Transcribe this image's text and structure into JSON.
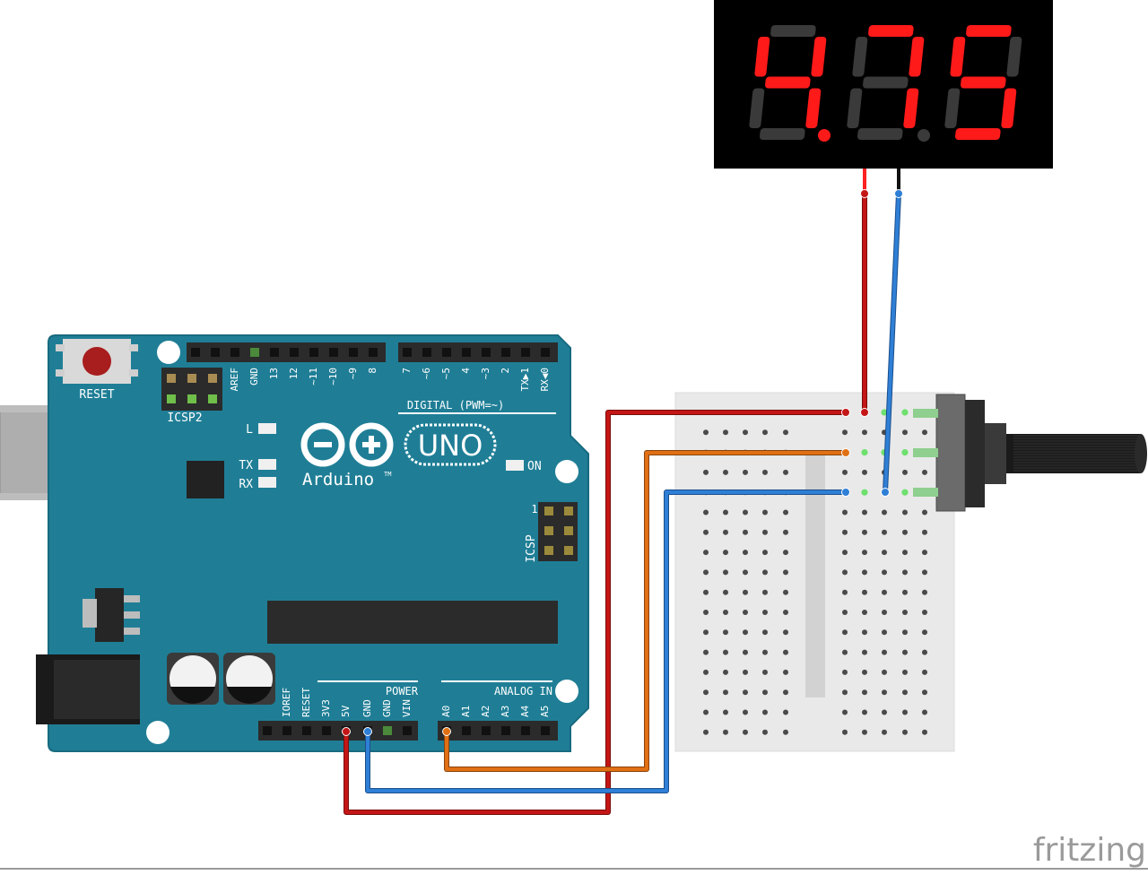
{
  "display": {
    "digits": [
      "4",
      "7",
      "5"
    ],
    "colors": {
      "lit": "#ff1a1a",
      "dim": "#3a3a3a",
      "body": "#000000"
    }
  },
  "arduino": {
    "reset_label": "RESET",
    "icsp2_label": "ICSP2",
    "icsp_label": "ICSP",
    "icsp_pin1_label": "1",
    "brand": "Arduino",
    "trademark": "TM",
    "model": "UNO",
    "led_l_label": "L",
    "led_tx_label": "TX",
    "led_rx_label": "RX",
    "led_on_label": "ON",
    "digital_label": "DIGITAL (PWM=~)",
    "digital_pins_left": [
      "AREF",
      "GND",
      "13",
      "12",
      "~11",
      "~10",
      "~9",
      "8"
    ],
    "digital_pins_right": [
      "7",
      "~6",
      "~5",
      "4",
      "~3",
      "2",
      "TX▶1",
      "RX◀0"
    ],
    "power_label": "POWER",
    "power_pins": [
      "IOREF",
      "RESET",
      "3V3",
      "5V",
      "GND",
      "GND",
      "VIN"
    ],
    "analog_label": "ANALOG IN",
    "analog_pins": [
      "A0",
      "A1",
      "A2",
      "A3",
      "A4",
      "A5"
    ],
    "colors": {
      "board": "#1f7e96",
      "board_dark": "#16667a",
      "header": "#2b2b2b"
    }
  },
  "wires": {
    "colors": {
      "red": "#c41616",
      "orange": "#e07014",
      "blue": "#2f7fd6",
      "pin_green": "#6ee06e"
    }
  },
  "watermark": "fritzing"
}
